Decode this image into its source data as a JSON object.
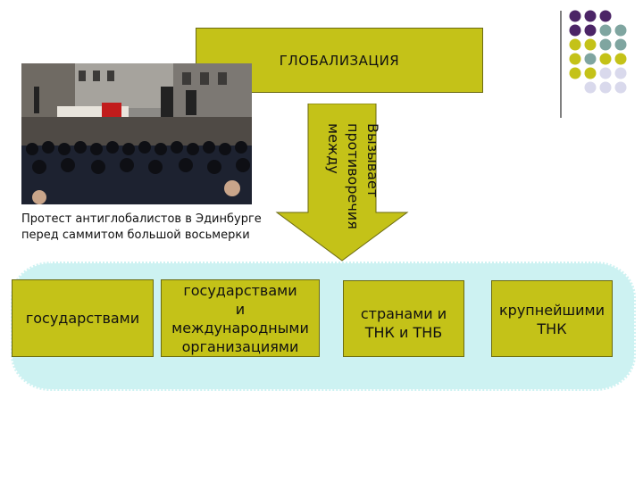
{
  "title": "ГЛОБАЛИЗАЦИЯ",
  "arrow_label": "Вызывает противоречия между",
  "photo_caption": "Протест антиглобалистов в Эдинбурге перед саммитом большой восьмерки",
  "boxes": [
    "государствами",
    "государствами\nи\nмеждународными\nорганизациями",
    "странами и\nТНК и ТНБ",
    "крупнейшими\nТНК"
  ],
  "colors": {
    "accent_olive": "#c4c218",
    "purple": "#4b2466",
    "teal": "#7fa5a0",
    "lavender": "#d9d9ec",
    "ellipse_fill": "#cdf2f2"
  },
  "decor": {
    "dot_grid": [
      [
        "purple",
        "purple",
        "purple",
        null
      ],
      [
        "purple",
        "purple",
        "teal",
        "teal"
      ],
      [
        "olive",
        "olive",
        "teal",
        "teal"
      ],
      [
        "olive",
        "teal",
        "olive",
        "olive"
      ],
      [
        "olive",
        "olive",
        "lavender",
        "lavender"
      ],
      [
        null,
        "lavender",
        "lavender",
        "lavender"
      ]
    ]
  }
}
